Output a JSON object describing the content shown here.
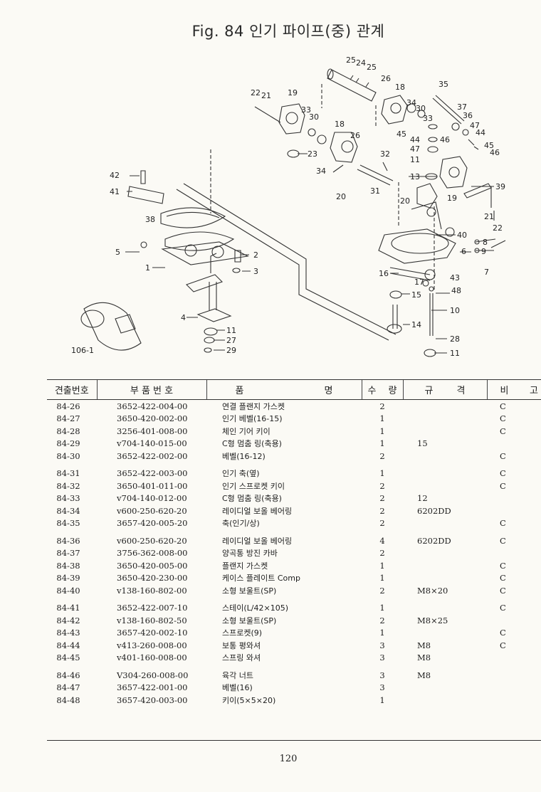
{
  "title": "Fig. 84  인기 파이프(중) 관계",
  "page_number": "120",
  "diagram_callouts": [
    {
      "id": "25a",
      "label": "25"
    },
    {
      "id": "24",
      "label": "24"
    },
    {
      "id": "25b",
      "label": "25"
    },
    {
      "id": "26a",
      "label": "26"
    },
    {
      "id": "18a",
      "label": "18"
    },
    {
      "id": "35",
      "label": "35"
    },
    {
      "id": "22a",
      "label": "22"
    },
    {
      "id": "21a",
      "label": "21"
    },
    {
      "id": "19a",
      "label": "19"
    },
    {
      "id": "33a",
      "label": "33"
    },
    {
      "id": "30a",
      "label": "30"
    },
    {
      "id": "34a",
      "label": "34"
    },
    {
      "id": "30b",
      "label": "30"
    },
    {
      "id": "33b",
      "label": "33"
    },
    {
      "id": "37",
      "label": "37"
    },
    {
      "id": "36",
      "label": "36"
    },
    {
      "id": "47a",
      "label": "47"
    },
    {
      "id": "44a",
      "label": "44"
    },
    {
      "id": "45a",
      "label": "45"
    },
    {
      "id": "44b",
      "label": "44"
    },
    {
      "id": "46a",
      "label": "46"
    },
    {
      "id": "45b",
      "label": "45"
    },
    {
      "id": "46b",
      "label": "46"
    },
    {
      "id": "47b",
      "label": "47"
    },
    {
      "id": "11a",
      "label": "11"
    },
    {
      "id": "18b",
      "label": "18"
    },
    {
      "id": "26b",
      "label": "26"
    },
    {
      "id": "23",
      "label": "23"
    },
    {
      "id": "32",
      "label": "32"
    },
    {
      "id": "34b",
      "label": "34"
    },
    {
      "id": "13",
      "label": "13"
    },
    {
      "id": "20a",
      "label": "20"
    },
    {
      "id": "31",
      "label": "31"
    },
    {
      "id": "20b",
      "label": "20"
    },
    {
      "id": "19b",
      "label": "19"
    },
    {
      "id": "39",
      "label": "39"
    },
    {
      "id": "42",
      "label": "42"
    },
    {
      "id": "41",
      "label": "41"
    },
    {
      "id": "21b",
      "label": "21"
    },
    {
      "id": "22b",
      "label": "22"
    },
    {
      "id": "38",
      "label": "38"
    },
    {
      "id": "40",
      "label": "40"
    },
    {
      "id": "8",
      "label": "8"
    },
    {
      "id": "6",
      "label": "6"
    },
    {
      "id": "9",
      "label": "9"
    },
    {
      "id": "5",
      "label": "5"
    },
    {
      "id": "2",
      "label": "2"
    },
    {
      "id": "7",
      "label": "7"
    },
    {
      "id": "1",
      "label": "1"
    },
    {
      "id": "3",
      "label": "3"
    },
    {
      "id": "16",
      "label": "16"
    },
    {
      "id": "43",
      "label": "43"
    },
    {
      "id": "17",
      "label": "17"
    },
    {
      "id": "48",
      "label": "48"
    },
    {
      "id": "15",
      "label": "15"
    },
    {
      "id": "10",
      "label": "10"
    },
    {
      "id": "4",
      "label": "4"
    },
    {
      "id": "14",
      "label": "14"
    },
    {
      "id": "11b",
      "label": "11"
    },
    {
      "id": "27",
      "label": "27"
    },
    {
      "id": "1061",
      "label": "106-1"
    },
    {
      "id": "29",
      "label": "29"
    },
    {
      "id": "28",
      "label": "28"
    },
    {
      "id": "11c",
      "label": "11"
    }
  ],
  "table": {
    "headers": {
      "no": "견출번호",
      "part": "부 품 번 호",
      "name_a": "품",
      "name_b": "명",
      "qty_a": "수",
      "qty_b": "량",
      "spec_a": "규",
      "spec_b": "격",
      "note_a": "비",
      "note_b": "고"
    },
    "rows": [
      {
        "no": "84-26",
        "part": "3652-422-004-00",
        "name": "연결 플랜지 가스켓",
        "qty": "2",
        "spec": "",
        "note": "C"
      },
      {
        "no": "84-27",
        "part": "3650-420-002-00",
        "name": "인기 베벨(16-15)",
        "qty": "1",
        "spec": "",
        "note": "C"
      },
      {
        "no": "84-28",
        "part": "3256-401-008-00",
        "name": "체인 기어 키이",
        "qty": "1",
        "spec": "",
        "note": "C"
      },
      {
        "no": "84-29",
        "part": "v704-140-015-00",
        "name": "C형 멈춤 링(축용)",
        "qty": "1",
        "spec": "15",
        "note": ""
      },
      {
        "no": "84-30",
        "part": "3652-422-002-00",
        "name": "베벨(16-12)",
        "qty": "2",
        "spec": "",
        "note": "C"
      },
      {
        "no": "84-31",
        "part": "3652-422-003-00",
        "name": "인기 축(옆)",
        "qty": "1",
        "spec": "",
        "note": "C"
      },
      {
        "no": "84-32",
        "part": "3650-401-011-00",
        "name": "인기 스프로켓 키이",
        "qty": "2",
        "spec": "",
        "note": "C"
      },
      {
        "no": "84-33",
        "part": "v704-140-012-00",
        "name": "C형 멈춤 링(축용)",
        "qty": "2",
        "spec": "12",
        "note": ""
      },
      {
        "no": "84-34",
        "part": "v600-250-620-20",
        "name": "레이디얼 보올 베어링",
        "qty": "2",
        "spec": "6202DD",
        "note": ""
      },
      {
        "no": "84-35",
        "part": "3657-420-005-20",
        "name": "축(인기/상)",
        "qty": "2",
        "spec": "",
        "note": "C"
      },
      {
        "no": "84-36",
        "part": "v600-250-620-20",
        "name": "레이디얼 보올 베어링",
        "qty": "4",
        "spec": "6202DD",
        "note": "C"
      },
      {
        "no": "84-37",
        "part": "3756-362-008-00",
        "name": "양곡통 방진 카바",
        "qty": "2",
        "spec": "",
        "note": ""
      },
      {
        "no": "84-38",
        "part": "3650-420-005-00",
        "name": "플랜지 가스켓",
        "qty": "1",
        "spec": "",
        "note": "C"
      },
      {
        "no": "84-39",
        "part": "3650-420-230-00",
        "name": "케이스 플레이트 Comp",
        "qty": "1",
        "spec": "",
        "note": "C"
      },
      {
        "no": "84-40",
        "part": "v138-160-802-00",
        "name": "소형 보울트(SP)",
        "qty": "2",
        "spec": "M8×20",
        "note": "C"
      },
      {
        "no": "84-41",
        "part": "3652-422-007-10",
        "name": "스테이(L/42×105)",
        "qty": "1",
        "spec": "",
        "note": "C"
      },
      {
        "no": "84-42",
        "part": "v138-160-802-50",
        "name": "소형 보울트(SP)",
        "qty": "2",
        "spec": "M8×25",
        "note": ""
      },
      {
        "no": "84-43",
        "part": "3657-420-002-10",
        "name": "스프로켓(9)",
        "qty": "1",
        "spec": "",
        "note": "C"
      },
      {
        "no": "84-44",
        "part": "v413-260-008-00",
        "name": "보통 평와셔",
        "qty": "3",
        "spec": "M8",
        "note": "C"
      },
      {
        "no": "84-45",
        "part": "v401-160-008-00",
        "name": "스프링 와셔",
        "qty": "3",
        "spec": "M8",
        "note": ""
      },
      {
        "no": "84-46",
        "part": "V304-260-008-00",
        "name": "육각 너트",
        "qty": "3",
        "spec": "M8",
        "note": ""
      },
      {
        "no": "84-47",
        "part": "3657-422-001-00",
        "name": "베벨(16)",
        "qty": "3",
        "spec": "",
        "note": ""
      },
      {
        "no": "84-48",
        "part": "3657-420-003-00",
        "name": "키이(5×5×20)",
        "qty": "1",
        "spec": "",
        "note": ""
      }
    ]
  }
}
